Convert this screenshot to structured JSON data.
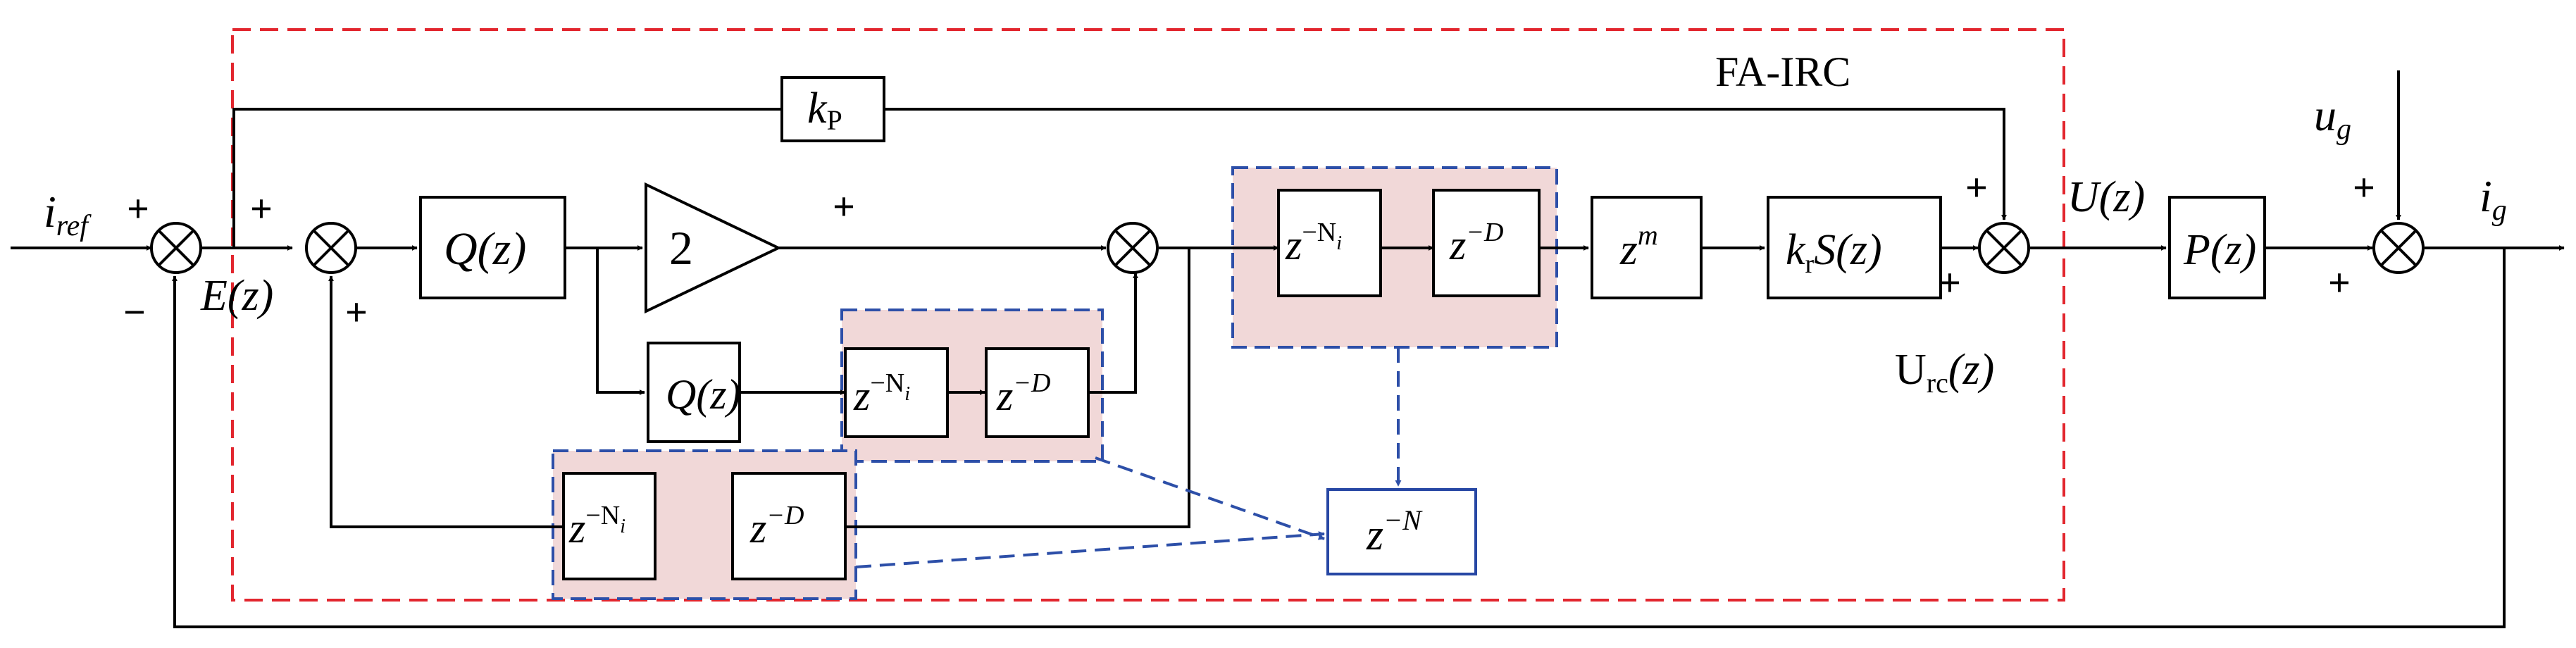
{
  "figure": {
    "region_label": "FA-IRC",
    "colors": {
      "region_border": "#e2262e",
      "group_border": "#2d4fa8",
      "group_fill": "#f1d8d8",
      "output_block_border": "#2747a4",
      "output_block_text": "#2747a4",
      "arrow_blue": "#2d4fa8",
      "line": "#000000"
    }
  },
  "signals": {
    "iref": {
      "base": "i",
      "sub": "ref"
    },
    "E": "E(z)",
    "U": "U(z)",
    "Urc": {
      "base": "U",
      "sub": "rc",
      "tail": "(z)"
    },
    "ug": {
      "base": "u",
      "sub": "g"
    },
    "ig": {
      "base": "i",
      "sub": "g"
    }
  },
  "blocks": {
    "kP": {
      "base": "k",
      "sub": "P"
    },
    "Q_top": "Q(z)",
    "gain": "2",
    "Q_bottom": "Q(z)",
    "delay_Ni": {
      "base": "z",
      "exp": "−N",
      "exp_sub": "i"
    },
    "delay_D": {
      "base": "z",
      "exp": "−D"
    },
    "zm": {
      "base": "z",
      "exp": "m"
    },
    "krS": {
      "k": "k",
      "sub": "r",
      "tail": "S(z)"
    },
    "P": "P(z)",
    "zN": {
      "base": "z",
      "exp": "−N"
    }
  },
  "signs": {
    "plus": "+",
    "minus": "−"
  },
  "icons": [
    "summing-junction-icon",
    "arrowhead-icon",
    "dashed-arrow-icon"
  ]
}
